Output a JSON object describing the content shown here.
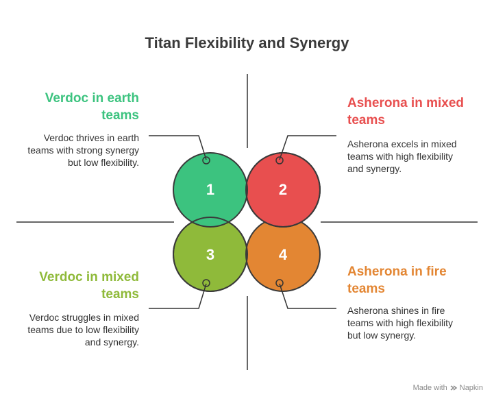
{
  "title": "Titan Flexibility and Synergy",
  "colors": {
    "green": "#3cc37f",
    "red": "#e84f4f",
    "olive": "#8fba3a",
    "orange": "#e38633",
    "outline": "#3a3a3a"
  },
  "quadrants": [
    {
      "number": "1",
      "heading": "Verdoc in earth teams",
      "description": "Verdoc thrives in earth teams with strong synergy but low flexibility.",
      "color": "#3cc37f"
    },
    {
      "number": "2",
      "heading": "Asherona in mixed teams",
      "description": "Asherona excels in mixed teams with high flexibility and synergy.",
      "color": "#e84f4f"
    },
    {
      "number": "3",
      "heading": "Verdoc in mixed teams",
      "description": "Verdoc struggles in mixed teams due to low flexibility and synergy.",
      "color": "#8fba3a"
    },
    {
      "number": "4",
      "heading": "Asherona in fire teams",
      "description": "Asherona shines in fire teams with high flexibility but low synergy.",
      "color": "#e38633"
    }
  ],
  "watermark": {
    "text": "Made with",
    "brand": "Napkin"
  }
}
